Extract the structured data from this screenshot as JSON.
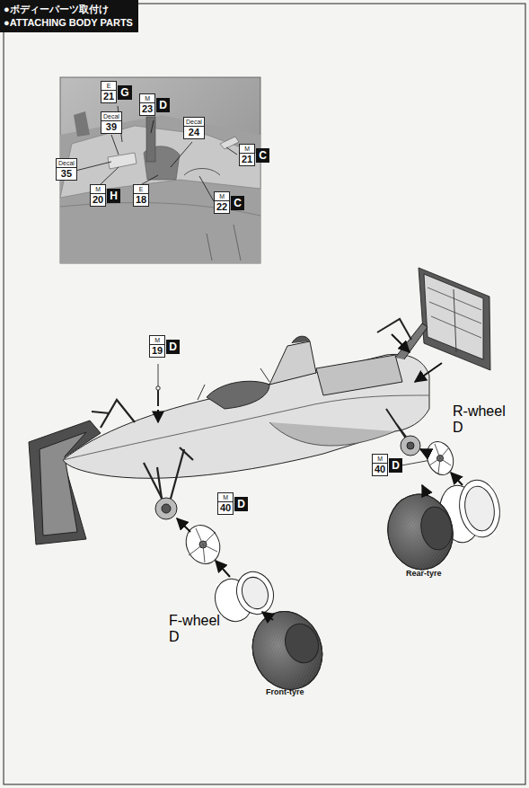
{
  "diagram": {
    "nodes": [
      {
        "text": [
          "●ボディーパーツ取付け",
          "●ATTACHING BODY PARTS"
        ]
      },
      {
        "text": [
          "E",
          "21",
          "G"
        ]
      },
      {
        "text": [
          "M",
          "23",
          "D"
        ]
      },
      {
        "text": [
          "Decal",
          "39"
        ]
      },
      {
        "text": [
          "Decal",
          "24"
        ]
      },
      {
        "text": [
          "M",
          "21",
          "C"
        ]
      },
      {
        "text": [
          "Decal",
          "35"
        ]
      },
      {
        "text": [
          "M",
          "20",
          "H"
        ]
      },
      {
        "text": [
          "E",
          "18"
        ]
      },
      {
        "text": [
          "M",
          "22",
          "C"
        ]
      },
      {
        "text": [
          "M",
          "19",
          "D"
        ]
      },
      {
        "text": [
          "M",
          "40",
          "D"
        ]
      },
      {
        "text": [
          "R-wheel",
          "D"
        ]
      },
      {
        "text": [
          "M",
          "40",
          "D"
        ]
      },
      {
        "text": [
          "F-wheel",
          "D"
        ]
      }
    ],
    "edges": [],
    "labels": [
      "Rear-tyre",
      "Front-tyre"
    ]
  }
}
